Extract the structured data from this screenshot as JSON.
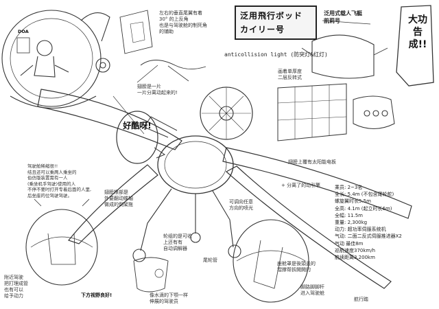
{
  "title": {
    "line1": "泛用飛行ボッド",
    "line2": "カイリー号",
    "subtitle_line1": "泛用式载人飞艇",
    "subtitle_line2": "凯莉号"
  },
  "bubbles": {
    "success": "大功告成!!",
    "cool": "好酷呀!"
  },
  "notes": {
    "seat_angle": "左右的垂直尾翼有着\n30° 的上反角\n也是与驾驶舱的制死角\n的铺助",
    "dual_blade": "翅膀是一片\n一片分离动起来的!",
    "anticollision": "anticollision light\n(防突灯&红灯)",
    "two_frame": "画着单厚度\n二层反转式",
    "solar": "翅膀上覆有太阳能电板",
    "cabin": "驾驶舱稀缩很!!\n结且还可以乘两人乘坐的\n伯仿版装置需有一人\n(乘坐机手驾驶)使用的人\n不停不要时打开专着后面的人里,\n后坐座的位驾驶驾驶。",
    "wing_adjust": "翅膀根部是\n外要翻动蝶轴\n做成的倒架拖",
    "view_down": "下方视野良好!",
    "wheel": "轮组的是可收\n上还有有\n自动调解器",
    "tail": "尾轮管",
    "arbitrary": "可调向任意\n方向的喷光",
    "split_engine": "+ 分离了的动引擎",
    "pilot_hand": "附近驾驶\n把打理成管\n也有可以\n给予动力",
    "small_note": "像水滴的下颚一样\n伸展的驾驶员",
    "canopy": "座舱罩是後頭盖的\n摺撑帮拆開開的",
    "foot_pedal": "脚路脚脚杆\n进入驾驶舱",
    "taxi": "航行踏"
  },
  "specs": [
    "乘员: 2~3名",
    "全长: 5.4m (不包含尾轮舵)",
    "      螺旋翼时长5.5m",
    "全高: 4.1m (起立时长6m)",
    "全幅: 11.5m",
    "重量: 2,300kg",
    "动力: 超功率伺服系统机",
    "气动: 二面二反式伺服推进器X2",
    "气动 最佳8m",
    "巡航速度370km/h",
    "航续距离3,200km"
  ],
  "labels": {
    "doa": "DOA"
  }
}
